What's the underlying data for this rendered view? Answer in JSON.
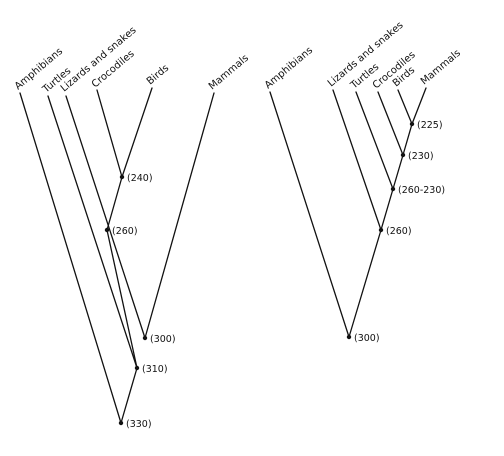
{
  "tree_left": {
    "taxa": [
      "Amphibians",
      "Turtles",
      "Lizards and snakes",
      "Crocodiles",
      "Birds",
      "Mammals"
    ],
    "node_dates": [
      "(240)",
      "(260)",
      "(300)",
      "(310)",
      "(330)"
    ]
  },
  "tree_right": {
    "taxa": [
      "Amphibians",
      "Lizards and snakes",
      "Turtles",
      "Crocodiles",
      "Birds",
      "Mammals"
    ],
    "node_dates": [
      "(225)",
      "(230)",
      "(260-230)",
      "(260)",
      "(300)"
    ]
  },
  "colors": {
    "ink": "#111111",
    "paper": "#ffffff"
  }
}
